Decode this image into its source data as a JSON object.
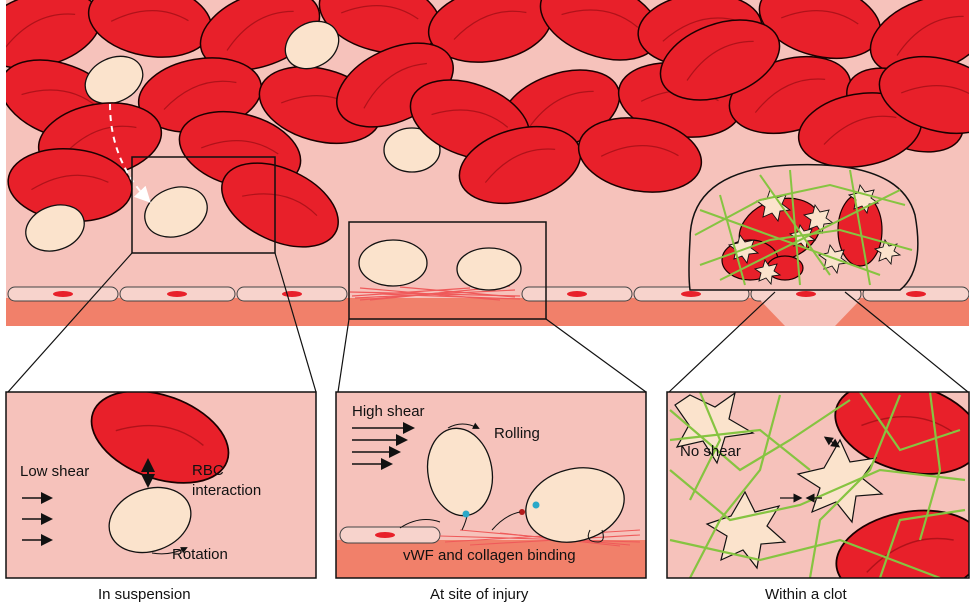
{
  "panels": {
    "suspension": {
      "caption": "In suspension",
      "shear_label": "Low shear",
      "interaction_label_line1": "RBC",
      "interaction_label_line2": "interaction",
      "motion_label": "Rotation"
    },
    "injury": {
      "caption": "At site of injury",
      "shear_label": "High shear",
      "motion_label": "Rolling",
      "binding_label": "vWF and collagen binding"
    },
    "clot": {
      "caption": "Within a clot",
      "shear_label": "No shear"
    }
  },
  "colors": {
    "rbc": "#e8202a",
    "platelet": "#fbe3cc",
    "plasma": "#f6c2bb",
    "endothelium": "#f1806a",
    "endothelial_cell": "#f7d3cc",
    "fibrin": "#86c441",
    "vwf": "#2aa8c8",
    "collagen": "#ef5a5a"
  }
}
